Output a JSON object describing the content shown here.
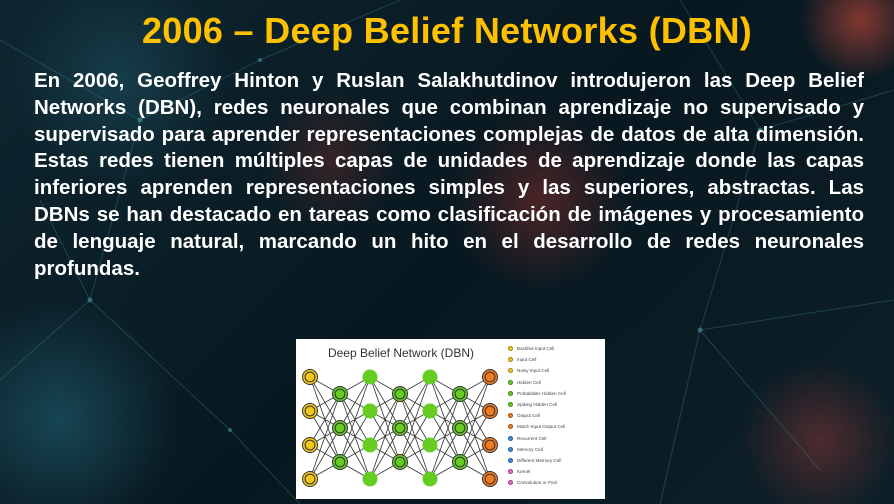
{
  "slide": {
    "title": "2006 – Deep Belief Networks (DBN)",
    "paragraph": "En 2006, Geoffrey Hinton y Ruslan Salakhutdinov introdujeron las Deep Belief Networks (DBN), redes neuronales que combinan aprendizaje no supervisado y supervisado para aprender representaciones complejas de datos de alta dimensión. Estas redes tienen múltiples capas de unidades de aprendizaje donde las capas inferiores aprenden representaciones simples y las superiores, abstractas. Las DBNs se han destacado en tareas como clasificación de imágenes y procesamiento de lenguaje natural, marcando un hito en el desarrollo de redes neuronales profundas."
  },
  "figure": {
    "title": "Deep Belief Network (DBN)",
    "colors": {
      "input": "#f2c81a",
      "hidden": "#66cc22",
      "output": "#f07c22",
      "edge": "#333333"
    },
    "layers": [
      {
        "type": "input",
        "count": 4
      },
      {
        "type": "probabilistic_hidden",
        "count": 3
      },
      {
        "type": "hidden",
        "count": 4
      },
      {
        "type": "probabilistic_hidden",
        "count": 3
      },
      {
        "type": "hidden",
        "count": 4
      },
      {
        "type": "probabilistic_hidden",
        "count": 3
      },
      {
        "type": "output",
        "count": 4
      }
    ],
    "legend": [
      {
        "label": "Backfed Input Cell",
        "color": "#f2c81a"
      },
      {
        "label": "Input Cell",
        "color": "#f2c81a"
      },
      {
        "label": "Noisy Input Cell",
        "color": "#f2c81a"
      },
      {
        "label": "Hidden Cell",
        "color": "#66cc22"
      },
      {
        "label": "Probablistic Hidden Cell",
        "color": "#66cc22"
      },
      {
        "label": "Spiking Hidden Cell",
        "color": "#66cc22"
      },
      {
        "label": "Output Cell",
        "color": "#f07c22"
      },
      {
        "label": "Match Input Output Cell",
        "color": "#f07c22"
      },
      {
        "label": "Recurrent Cell",
        "color": "#3a8ee0"
      },
      {
        "label": "Memory Cell",
        "color": "#3a8ee0"
      },
      {
        "label": "Different Memory Cell",
        "color": "#3a8ee0"
      },
      {
        "label": "Kernel",
        "color": "#e868c8"
      },
      {
        "label": "Convolution or Pool",
        "color": "#e868c8"
      }
    ]
  }
}
